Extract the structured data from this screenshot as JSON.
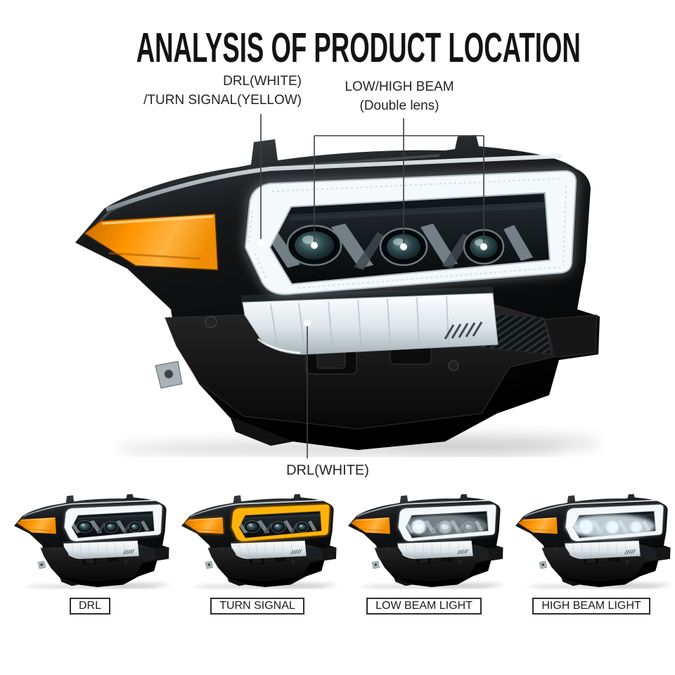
{
  "title": "ANALYSIS OF PRODUCT LOCATION",
  "callouts": {
    "drl_turn_signal": {
      "line1": "DRL(WHITE)",
      "line2": "/TURN SIGNAL(YELLOW)"
    },
    "low_high_beam": {
      "line1": "LOW/HIGH BEAM",
      "line2": "(Double lens)"
    },
    "drl_bottom": {
      "label": "DRL(WHITE)"
    }
  },
  "variants": [
    {
      "label": "DRL"
    },
    {
      "label": "TURN SIGNAL"
    },
    {
      "label": "LOW BEAM LIGHT"
    },
    {
      "label": "HIGH BEAM LIGHT"
    }
  ],
  "colors": {
    "background": "#ffffff",
    "title_text": "#131313",
    "callout_text": "#242424",
    "annotation_line": "#3f3f3f",
    "annotation_dot": "#ffffff",
    "label_box_border": "#2e2e2e",
    "amber_signal": "#ff9500",
    "turn_glow": "#ffb30a",
    "drl_white": "#f4f9fc",
    "chrome": "#b3bfc7",
    "housing_black": "#0a0c0d"
  }
}
